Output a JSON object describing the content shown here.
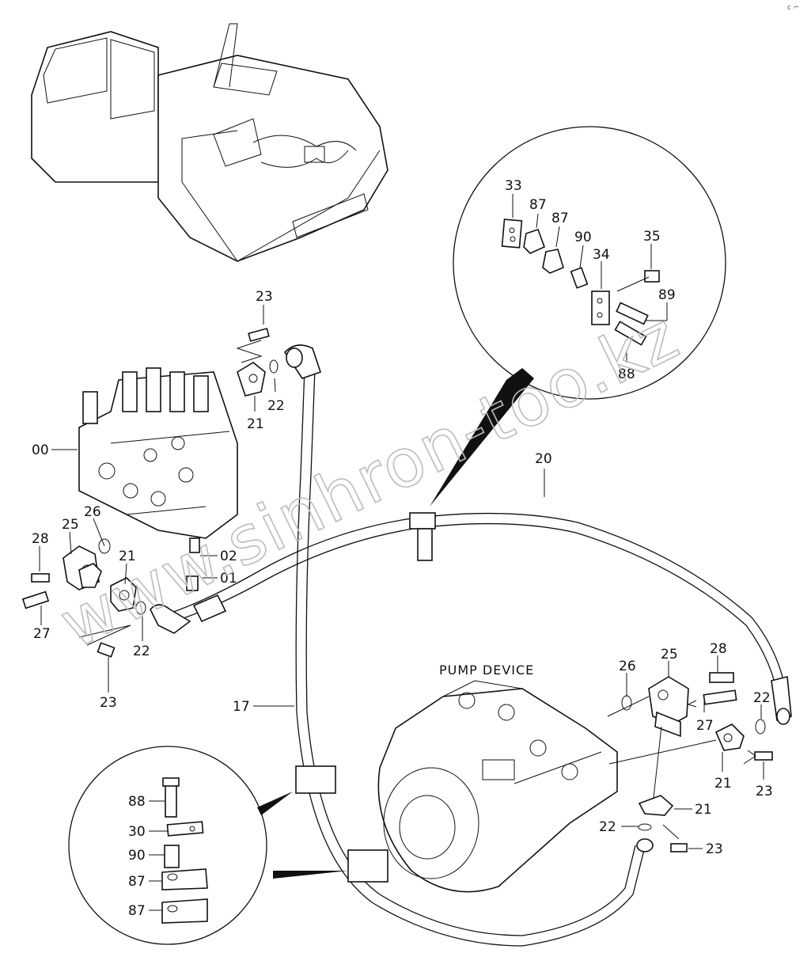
{
  "watermark": "www.sinhron-too.kz",
  "corner_mark": "c ⌐",
  "pump_caption": "PUMP DEVICE",
  "callouts": {
    "c23a": "23",
    "c22a": "22",
    "c21a": "21",
    "c00": "00",
    "c26a": "26",
    "c25a": "25",
    "c28a": "28",
    "c21b": "21",
    "c02": "02",
    "c01": "01",
    "c27a": "27",
    "c22b": "22",
    "c23b": "23",
    "c20": "20",
    "c17": "17",
    "c33": "33",
    "c87a": "87",
    "c87b": "87",
    "c90a": "90",
    "c34": "34",
    "c35": "35",
    "c89": "89",
    "c88a": "88",
    "c26b": "26",
    "c25b": "25",
    "c28b": "28",
    "c27b": "27",
    "c22c": "22",
    "c21c": "21",
    "c23c": "23",
    "c21d": "21",
    "c22d": "22",
    "c23d": "23",
    "c88b": "88",
    "c30": "30",
    "c90b": "90",
    "c87c": "87",
    "c87d": "87"
  }
}
